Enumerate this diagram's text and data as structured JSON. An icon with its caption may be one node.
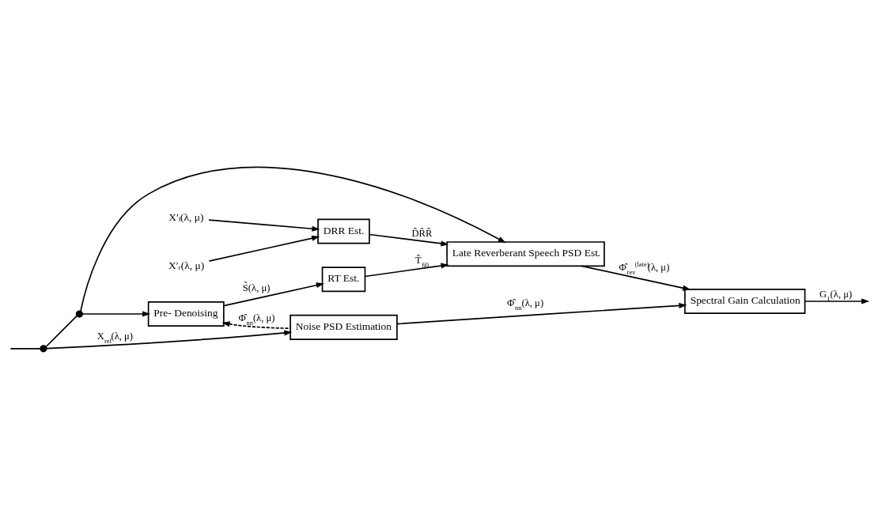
{
  "diagram": {
    "nodes": [
      {
        "text": [
          "X′ₗ(λ, μ)"
        ]
      },
      {
        "text": [
          "X′ᵣ(λ, μ)"
        ]
      },
      {
        "text": [
          "Pre- Denoising"
        ]
      },
      {
        "text": [
          "RT Est."
        ]
      },
      {
        "text": [
          "DRR Est."
        ]
      },
      {
        "text": [],
        "shape": "circle"
      },
      {
        "text": [
          "Late Reverberant Speech PSD Est."
        ]
      },
      {
        "text": [
          "Spectral Gain Calculation"
        ]
      },
      {
        "text": [],
        "shape": "circle"
      },
      {
        "text": [
          "Noise PSD Estimation"
        ]
      }
    ],
    "edges": [
      {
        "from": 0,
        "to": 4,
        "arrow": "to"
      },
      {
        "from": 1,
        "to": 4,
        "arrow": "to"
      },
      {
        "from": null,
        "to": 8,
        "arrow": "none"
      },
      {
        "from": 8,
        "to": 5,
        "arrow": "none"
      },
      {
        "from": 5,
        "to": 2,
        "arrow": "to"
      },
      {
        "from": 5,
        "to": 6,
        "arrow": "to"
      },
      {
        "from": 8,
        "to": 9,
        "arrow": "to",
        "label": "X$_{ref}$(λ, μ)"
      },
      {
        "from": 2,
        "to": 3,
        "arrow": "to",
        "label": "S̃(λ, μ)"
      },
      {
        "from": 3,
        "to": 6,
        "arrow": "to",
        "label": "T̂$_{60}$"
      },
      {
        "from": 4,
        "to": 6,
        "arrow": "to",
        "label": "D̂R̂R̂"
      },
      {
        "from": 9,
        "to": 2,
        "arrow": "to",
        "style": "dashed",
        "label": "Φ̂$_{nn}$(λ, μ)"
      },
      {
        "from": 6,
        "to": 7,
        "arrow": "to",
        "label": "Φ̂$_{rev}$$^{(late)}$(λ, μ)"
      },
      {
        "from": 9,
        "to": 7,
        "arrow": "to",
        "label": "Φ̂$_{nn}$(λ, μ)"
      },
      {
        "from": 7,
        "to": null,
        "arrow": "to",
        "label": "G$_{1}$(λ, μ)"
      }
    ]
  }
}
